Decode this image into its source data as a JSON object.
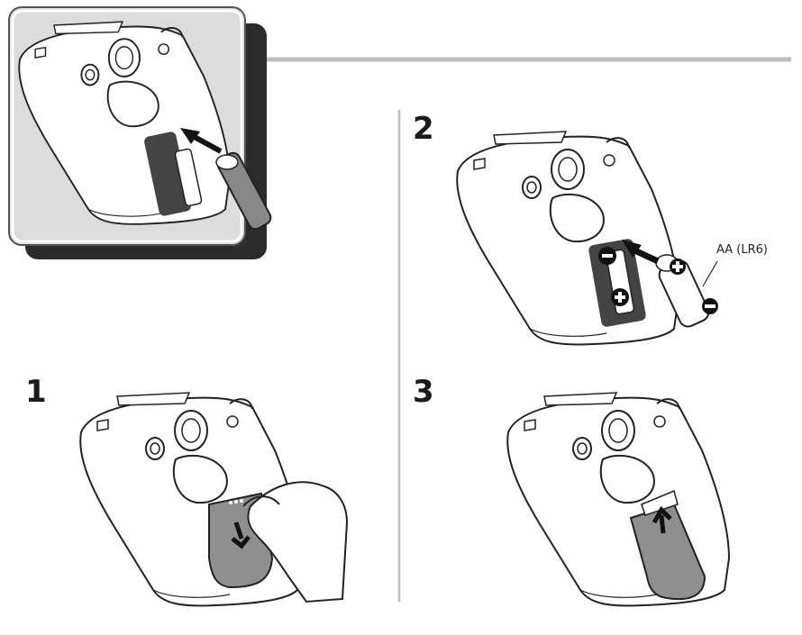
{
  "steps": [
    {
      "number": "1"
    },
    {
      "number": "2"
    },
    {
      "number": "3"
    }
  ],
  "battery_label": "AA (LR6)",
  "battery_symbols": {
    "plus": "+",
    "minus": "−"
  },
  "colors": {
    "inset_bg": "#dcdcdc",
    "inset_shadow": "#2b2b2b",
    "divider": "#bdbdbd",
    "cover": "#8f8f8f",
    "line": "#222222"
  },
  "icons": [
    "battery-insert-arrow-icon",
    "slide-down-arrow-icon",
    "push-up-arrow-icon",
    "plus-terminal-icon",
    "minus-terminal-icon",
    "hand-icon"
  ]
}
